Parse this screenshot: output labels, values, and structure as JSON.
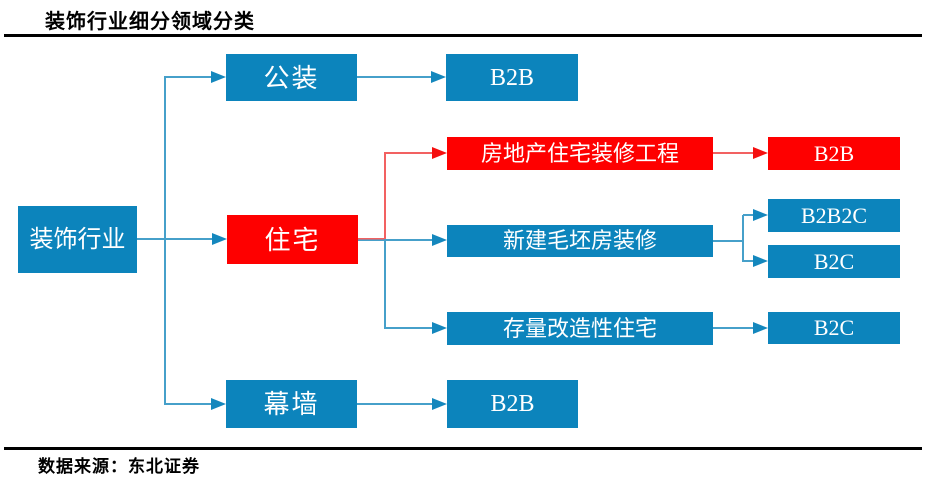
{
  "title": "装饰行业细分领域分类",
  "footer": {
    "source": "数据来源：东北证券"
  },
  "colors": {
    "box_blue": "#0c84bc",
    "box_red": "#fe0000",
    "line_blue": "#46a0ca",
    "line_red": "#f26161",
    "arrow_blue": "#1487bd",
    "arrow_red": "#f50f0f",
    "rule_black": "#000000",
    "text_white": "#ffffff"
  },
  "diagram": {
    "nodes": {
      "root": {
        "label": "装饰行业"
      },
      "public_decoration": {
        "label": "公装"
      },
      "public_decoration_b2b": {
        "label": "B2B"
      },
      "residential": {
        "label": "住宅"
      },
      "real_estate_renovation": {
        "label": "房地产住宅装修工程"
      },
      "real_estate_b2b": {
        "label": "B2B"
      },
      "new_bare_housing": {
        "label": "新建毛坯房装修"
      },
      "new_bare_b2b2c": {
        "label": "B2B2C"
      },
      "new_bare_b2c": {
        "label": "B2C"
      },
      "stock_renovation": {
        "label": "存量改造性住宅"
      },
      "stock_b2c": {
        "label": "B2C"
      },
      "curtain_wall": {
        "label": "幕墙"
      },
      "curtain_wall_b2b": {
        "label": "B2B"
      }
    }
  }
}
